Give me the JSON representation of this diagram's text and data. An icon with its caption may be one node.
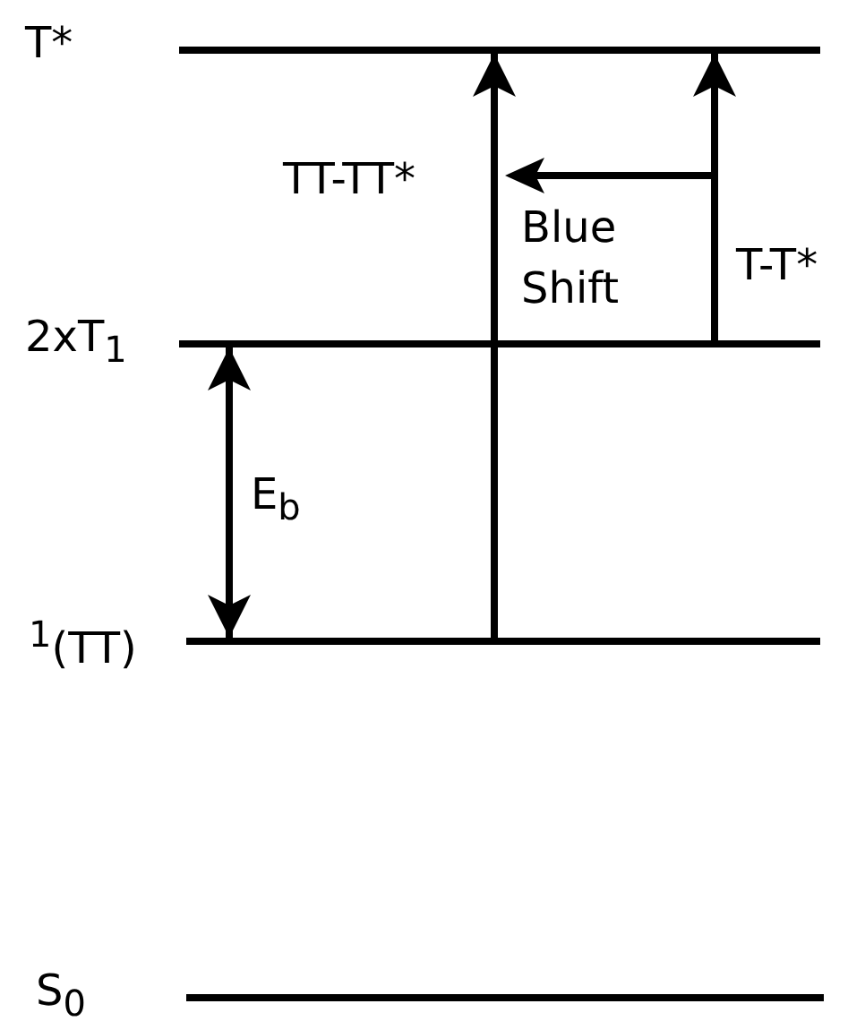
{
  "diagram": {
    "nodes": [
      {
        "text": [],
        "shape": "bar",
        "beside": [
          "T*"
        ]
      },
      {
        "text": [],
        "shape": "bar",
        "beside": [
          "2xT$_{1}$"
        ]
      },
      {
        "text": [],
        "shape": "bar",
        "beside": [
          "$^{1}$(TT)"
        ]
      },
      {
        "text": [],
        "shape": "bar",
        "beside": [
          "S$_{0}$"
        ]
      }
    ],
    "edges": [
      {
        "from": 2,
        "to": 0,
        "arrow": "to",
        "label": "TT-TT*"
      },
      {
        "from": 1,
        "to": 0,
        "arrow": "to",
        "label": "T-T*"
      },
      {
        "from": 1,
        "to": 2,
        "arrow": "both",
        "label": "E$_{b}$"
      }
    ],
    "labels": [
      "Blue Shift"
    ]
  }
}
